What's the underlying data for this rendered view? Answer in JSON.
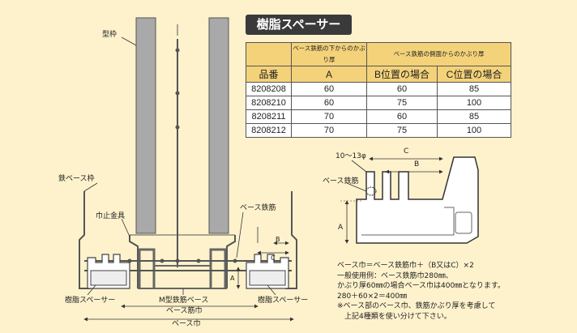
{
  "title": "樹脂スペーサー",
  "table": {
    "header_top": {
      "col1": "ベース鉄筋の下からのかぶり厚",
      "col2": "ベース鉄筋の側面からのかぶり厚"
    },
    "header_main": [
      "品番",
      "A",
      "B位置の場合",
      "C位置の場合"
    ],
    "rows": [
      [
        "8208208",
        "60",
        "60",
        "85"
      ],
      [
        "8208210",
        "60",
        "75",
        "100"
      ],
      [
        "8208211",
        "70",
        "60",
        "85"
      ],
      [
        "8208212",
        "70",
        "75",
        "100"
      ]
    ]
  },
  "left_diagram": {
    "label_katawaku": "型枠",
    "label_base_frame": "鉄ベース枠",
    "label_habadome": "巾止金具",
    "label_base_rebar": "ベース鉄筋",
    "label_spacer_left": "樹脂スペーサー",
    "label_m_rebar": "M型鉄筋ベース",
    "label_spacer_right": "樹脂スペーサー",
    "dim_rebar_width": "ベース筋巾",
    "dim_base_width": "ベース巾",
    "dim_a": "A",
    "dim_b": "B",
    "dim_c": "C"
  },
  "right_diagram": {
    "label_diameter": "10～13φ",
    "label_base_rebar": "ベース鉄筋",
    "dim_c": "C",
    "dim_b": "B",
    "dim_a": "A"
  },
  "notes": [
    "ベース巾＝ベース鉄筋巾＋（B又はC）×2",
    "一般使用例：ベース鉄筋巾280㎜、",
    "かぶり厚60㎜の場合ベース巾は400㎜となります。",
    "280＋60×2＝400㎜",
    "※ベース部のベース巾、鉄筋かぶり厚を考慮して",
    "　上記4種類を使い分けて下さい。"
  ],
  "colors": {
    "background": "#fdf2cc",
    "table_header": "#f4d27a",
    "title_bg": "#3a3a3a",
    "form_gray": "#a8a8a8"
  }
}
